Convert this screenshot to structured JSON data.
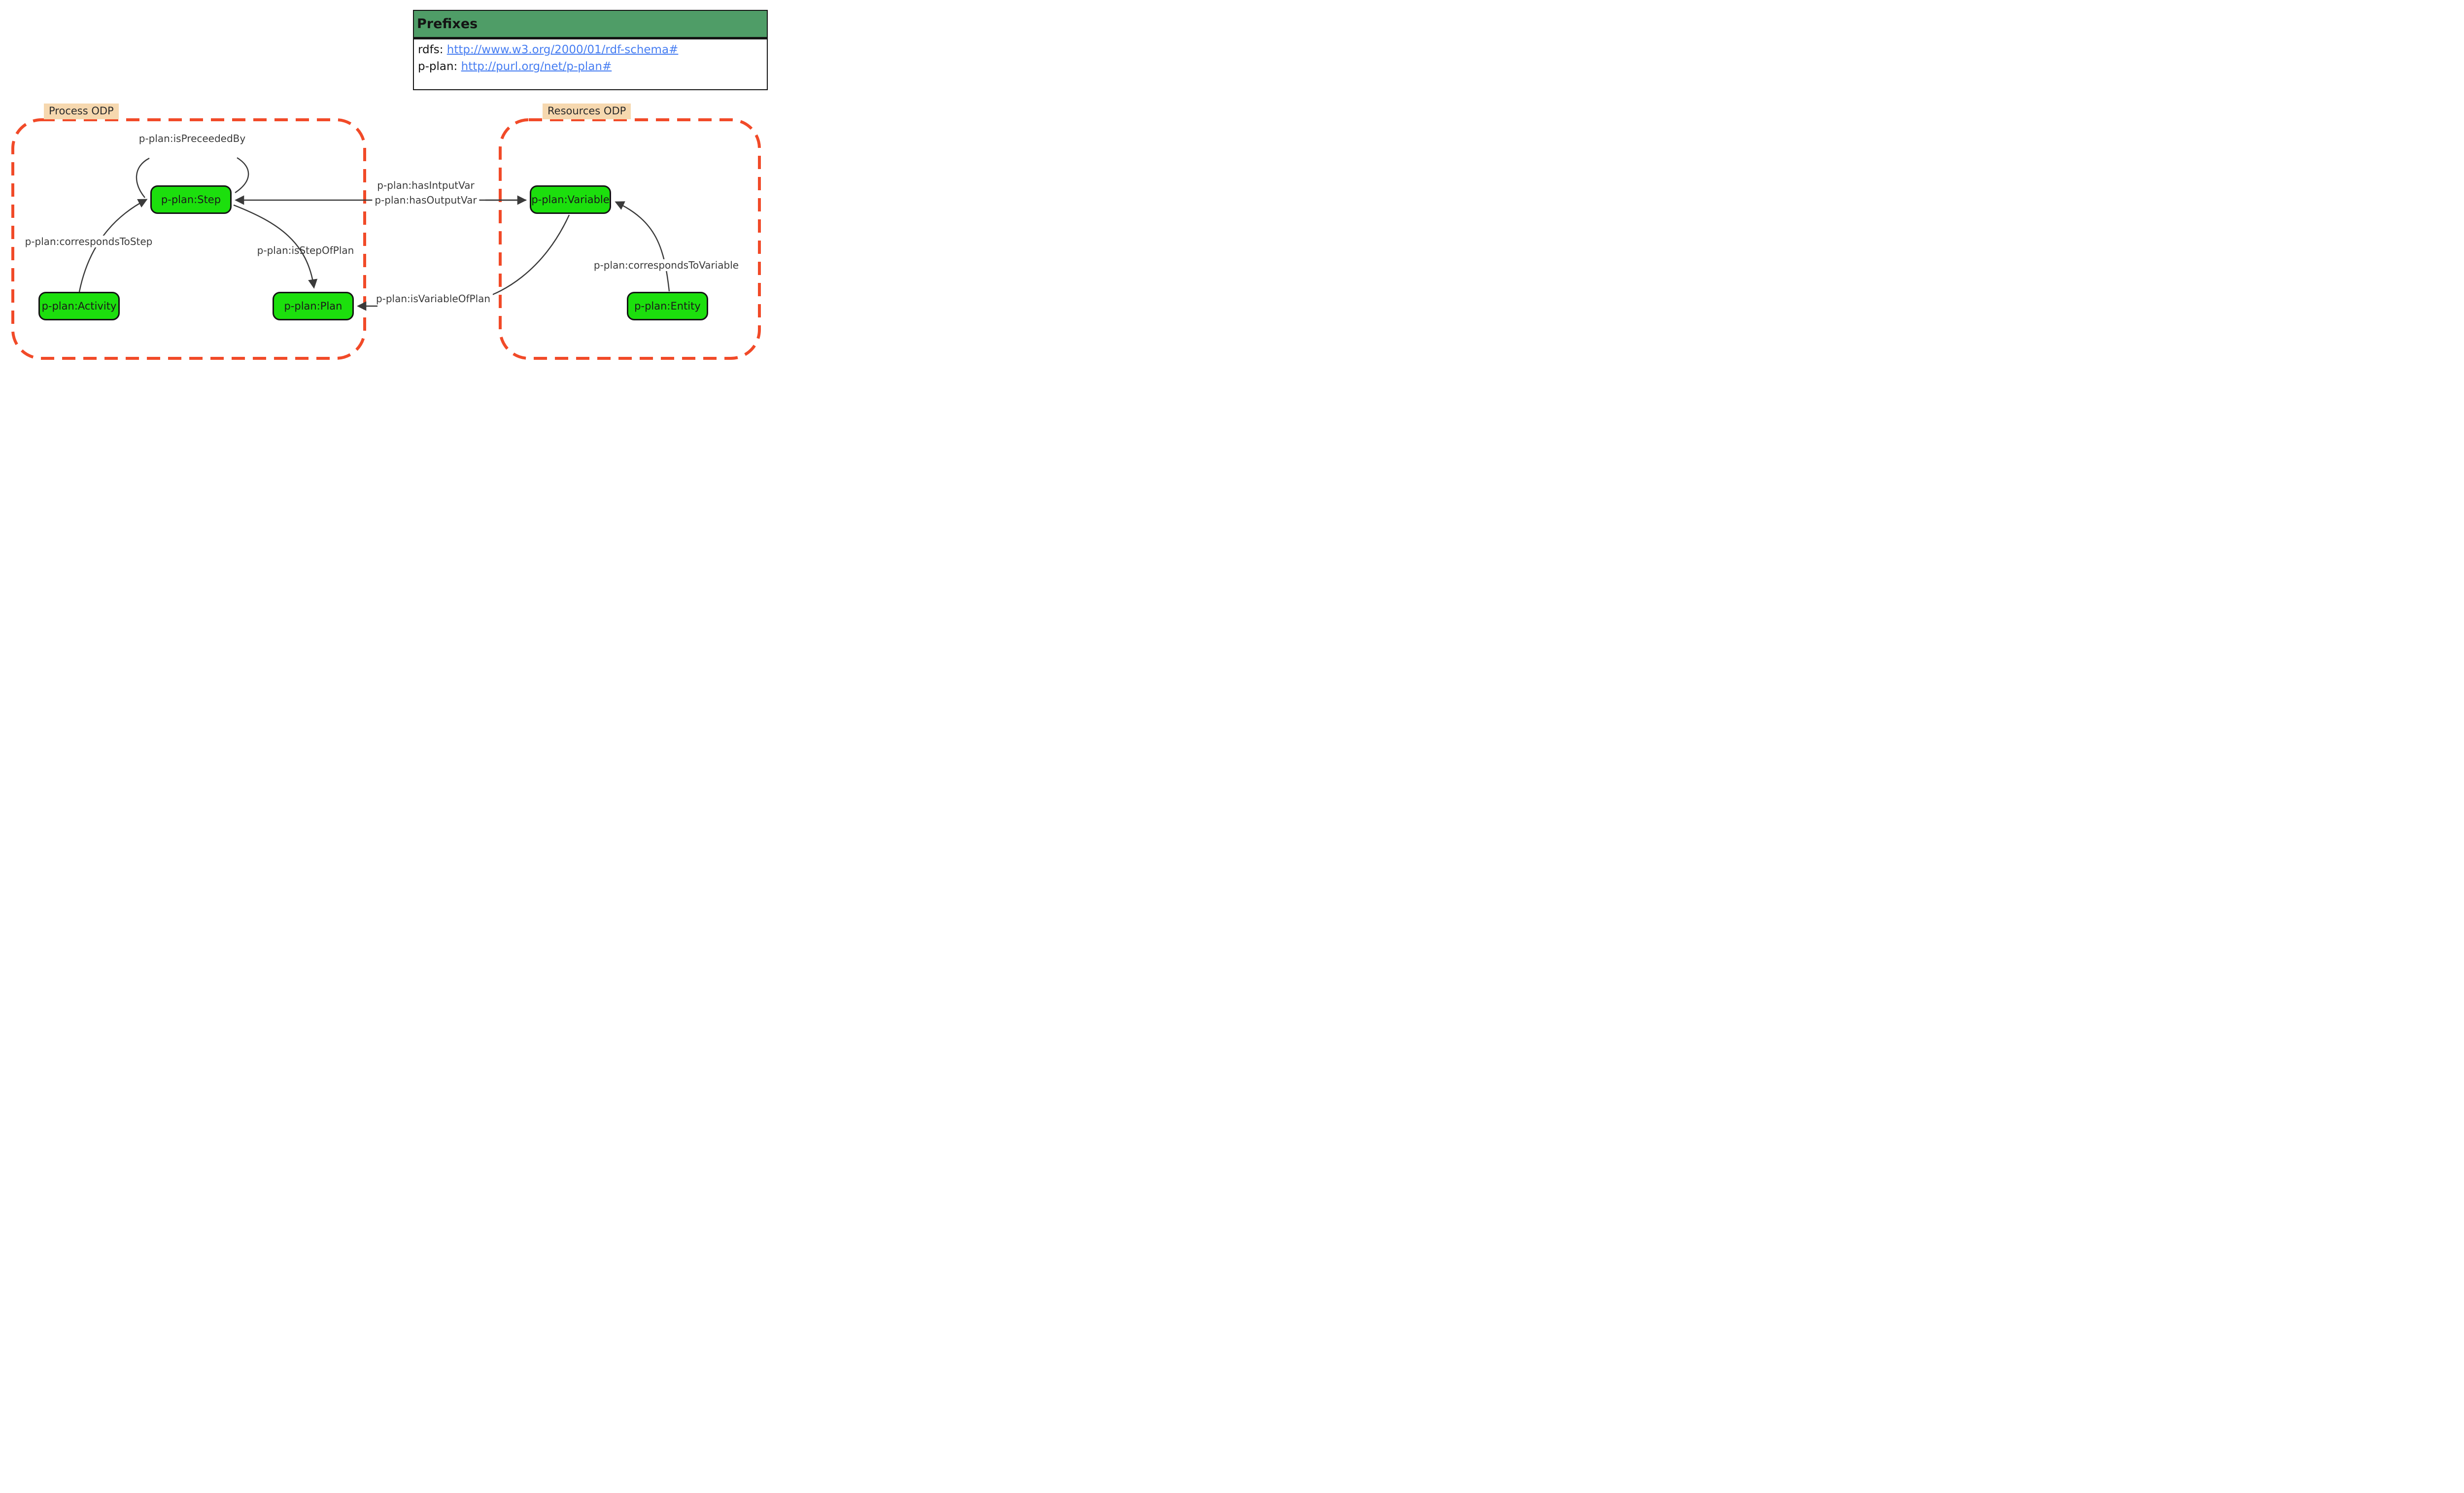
{
  "prefixes_panel": {
    "title": "Prefixes",
    "entries": [
      {
        "prefix": "rdfs:",
        "url": "http://www.w3.org/2000/01/rdf-schema#"
      },
      {
        "prefix": "p-plan:",
        "url": "http://purl.org/net/p-plan#"
      }
    ]
  },
  "groups": [
    {
      "label": "Process ODP"
    },
    {
      "label": "Resources ODP"
    }
  ],
  "nodes": [
    {
      "label": "p-plan:Step"
    },
    {
      "label": "p-plan:Activity"
    },
    {
      "label": "p-plan:Plan"
    },
    {
      "label": "p-plan:Variable"
    },
    {
      "label": "p-plan:Entity"
    }
  ],
  "edges": [
    {
      "label": "p-plan:isPreceededBy"
    },
    {
      "label": "p-plan:correspondsToStep"
    },
    {
      "label": "p-plan:isStepOfPlan"
    },
    {
      "label": "p-plan:hasIntputVar"
    },
    {
      "label": "p-plan:hasOutputVar"
    },
    {
      "label": "p-plan:isVariableOfPlan"
    },
    {
      "label": "p-plan:correspondsToVariable"
    }
  ],
  "colors": {
    "node_fill": "#1cdf0d",
    "node_border": "#141414",
    "group_border": "#f14a28",
    "group_label_bg": "#f6d8af",
    "panel_header_bg": "#4f9d67",
    "link_blue": "#477ef2",
    "edge_stroke": "#3a3a3a"
  }
}
